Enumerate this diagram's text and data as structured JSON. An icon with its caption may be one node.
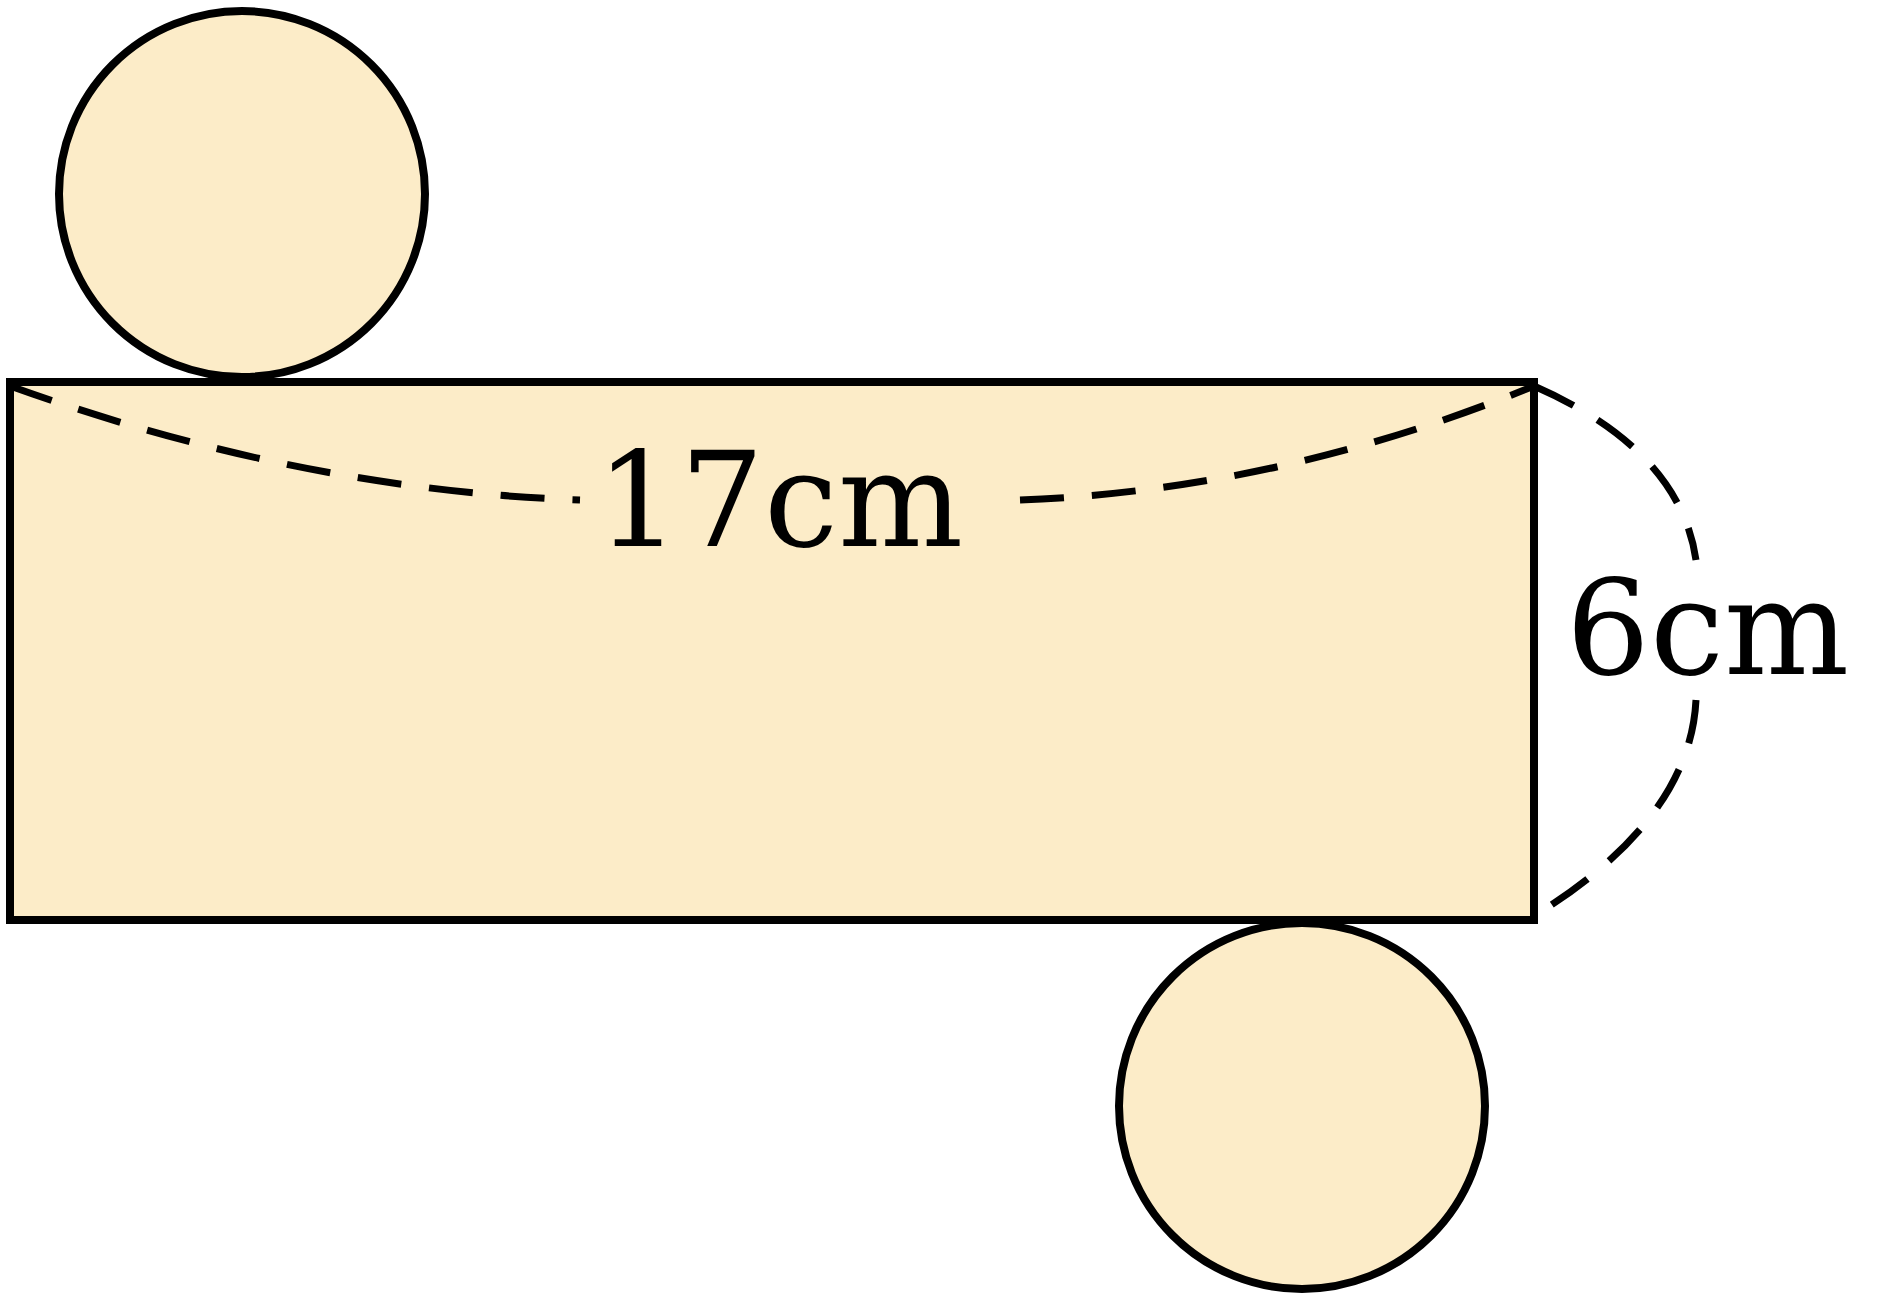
{
  "diagram": {
    "nodes": [
      {
        "text": [],
        "shape": "circle"
      },
      {
        "text": [],
        "shape": "box"
      },
      {
        "text": [],
        "shape": "circle"
      }
    ],
    "labels": [
      "17cm",
      "6cm"
    ]
  }
}
